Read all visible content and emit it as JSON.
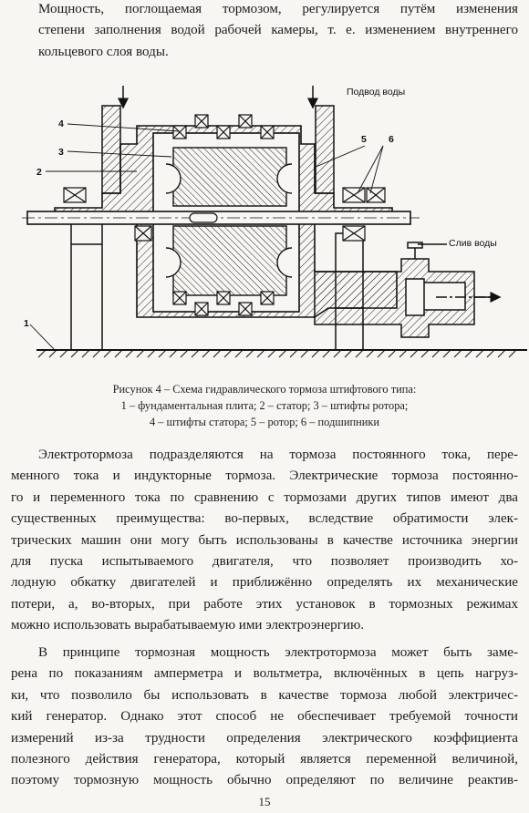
{
  "intro": {
    "lines": [
      "Мощность, поглощаемая тормозом, регулируется путём изменения",
      "степени заполнения водой рабочей камеры, т. е. изменением внутреннего",
      "кольцевого слоя воды."
    ]
  },
  "figure": {
    "labels": {
      "water_in": "Подвод воды",
      "water_out": "Слив воды",
      "n1": "1",
      "n2": "2",
      "n3": "3",
      "n4": "4",
      "n5": "5",
      "n6": "6"
    }
  },
  "caption": {
    "lines": [
      "Рисунок 4 – Схема гидравлического тормоза штифтового типа:",
      "1 – фундаментальная плита; 2 – статор; 3 – штифты ротора;",
      "4 – штифты статора; 5 – ротор; 6 – подшипники"
    ]
  },
  "paragraph1": {
    "lines": [
      "Электротормоза подразделяются на тормоза постоянного тока, пере-",
      "менного тока и индукторные тормоза. Электрические тормоза постоянно-",
      "го и переменного тока по сравнению с тормозами других типов имеют два",
      "существенных преимущества: во-первых, вследствие обратимости элек-",
      "трических машин они могу быть использованы в качестве источника энергии",
      "для пуска испытываемого двигателя, что позволяет производить хо-",
      "лодную обкатку двигателей и приближённо определять их механические",
      "потери, а, во-вторых, при работе этих установок в тормозных режимах",
      "можно использовать вырабатываемую ими электроэнергию."
    ]
  },
  "paragraph2": {
    "lines": [
      "В принципе тормозная мощность электротормоза может быть заме-",
      "рена по показаниям амперметра и вольтметра, включённых в цепь нагруз-",
      "ки, что позволило бы использовать в качестве тормоза любой электричес-",
      "кий генератор. Однако этот способ не обеспечивает требуемой точности",
      "измерений из-за трудности определения электрического коэффициента",
      "полезного действия генератора, который является переменной величиной,",
      "поэтому тормозную мощность обычно определяют по величине реактив-"
    ]
  },
  "page_number": "15"
}
